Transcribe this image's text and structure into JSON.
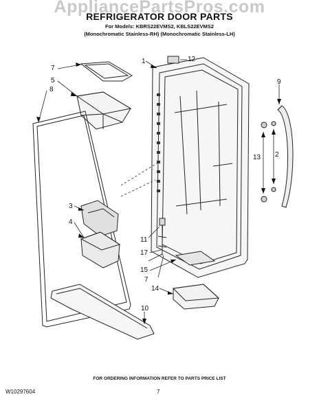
{
  "watermark": "AppliancePartsPros.com",
  "title": "REFRIGERATOR DOOR PARTS",
  "models": "For Models: KBRS22EVMS2, KBLS22EVMS2",
  "finish": "(Monochromatic Stainless-RH) (Monochromatic Stainless-LH)",
  "ordering_note": "FOR ORDERING INFORMATION REFER TO PARTS PRICE LIST",
  "doc_number": "W10297604",
  "page_number": "7",
  "callouts": {
    "c1": "1",
    "c2": "2",
    "c3": "3",
    "c4": "4",
    "c5": "5",
    "c7a": "7",
    "c7b": "7",
    "c8": "8",
    "c9": "9",
    "c10": "10",
    "c11": "11",
    "c12": "12",
    "c13": "13",
    "c14": "14",
    "c15": "15",
    "c17": "17"
  }
}
